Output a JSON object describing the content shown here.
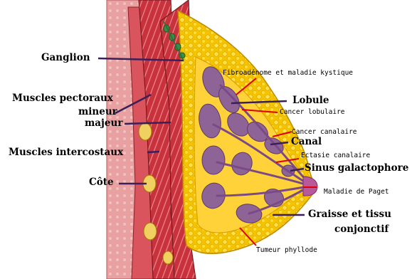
{
  "labels": {
    "ganglion": "Ganglion",
    "muscles_pectoraux": "Muscles pectoraux",
    "mineur": "mineur",
    "majeur": "majeur",
    "muscles_intercostaux": "Muscles intercostaux",
    "cote": "Côte",
    "lobule": "Lobule",
    "canal": "Canal",
    "sinus_galactophore": "Sinus galactophore",
    "graisse": "Graisse et tissu",
    "conjonctif": "conjonctif"
  },
  "conditions": {
    "fibroadenome": "Fibroadénome et maladie kystique",
    "cancer_lobulaire": "Cancer lobulaire",
    "cancer_canalaire": "Cancer canalaire",
    "ectasie": "Ectasie canalaire",
    "paget": "Maladie de Paget",
    "phyllode": "Tumeur phyllode"
  },
  "colors": {
    "muscle": "#c8323c",
    "muscle_light": "#e8707a",
    "fat": "#f5c400",
    "fat_light": "#ffe26a",
    "lobule": "#8e6496",
    "ganglion": "#3c8c46",
    "pointer_anatomy": "#3a1f5a",
    "pointer_condition": "#e00000"
  }
}
